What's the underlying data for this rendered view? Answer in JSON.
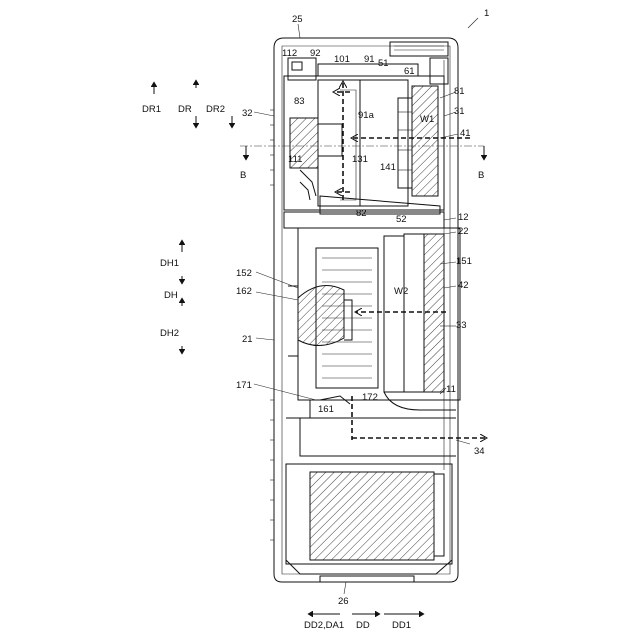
{
  "figure_number": "1",
  "labels": {
    "n25": "25",
    "n112": "112",
    "n92": "92",
    "n101": "101",
    "n91": "91",
    "n51": "51",
    "n61": "61",
    "n91a": "91a",
    "n81": "81",
    "n31": "31",
    "n32": "32",
    "n83": "83",
    "nW1": "W1",
    "n41": "41",
    "n111": "111",
    "n131": "131",
    "n141": "141",
    "nB_left": "B",
    "nB_right": "B",
    "n82": "82",
    "n52": "52",
    "n12": "12",
    "n22": "22",
    "n151": "151",
    "n152": "152",
    "n162": "162",
    "nW2": "W2",
    "n42": "42",
    "n33": "33",
    "n21": "21",
    "n171": "171",
    "n161": "161",
    "n172": "172",
    "n11": "11",
    "n34": "34",
    "n26": "26"
  },
  "directions": {
    "DR1": "DR1",
    "DR": "DR",
    "DR2": "DR2",
    "DH1": "DH1",
    "DH": "DH",
    "DH2": "DH2",
    "DD2DA1": "DD2,DA1",
    "DD": "DD",
    "DD1": "DD1"
  }
}
